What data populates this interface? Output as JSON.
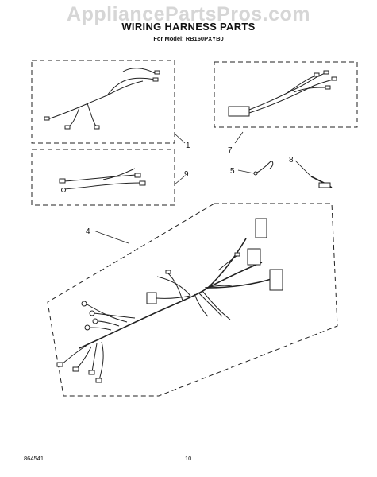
{
  "watermark": "AppliancePartsPros.com",
  "header": {
    "title": "WIRING HARNESS PARTS",
    "subtitle": "For Model: RB160PXYB0"
  },
  "callouts": {
    "c1": "1",
    "c4": "4",
    "c5": "5",
    "c7": "7",
    "c8": "8",
    "c9": "9"
  },
  "footer": {
    "code": "864541",
    "page": "10"
  }
}
